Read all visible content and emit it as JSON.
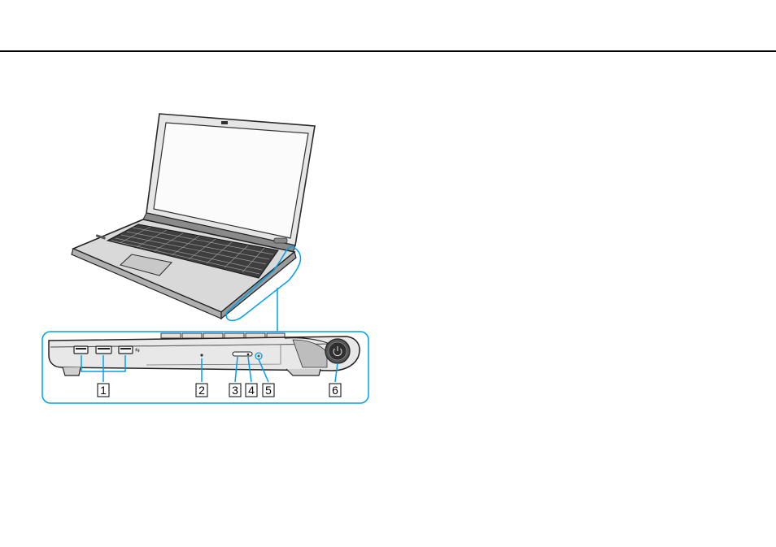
{
  "figure": {
    "accent_color": "#00a0e9",
    "callouts": [
      {
        "label": "1",
        "part": "usb-ports-icon"
      },
      {
        "label": "2",
        "part": "optical-drive-icon"
      },
      {
        "label": "3",
        "part": "drive-eject-button-icon"
      },
      {
        "label": "4",
        "part": "manual-eject-hole-icon"
      },
      {
        "label": "5",
        "part": "drive-indicator-icon"
      },
      {
        "label": "6",
        "part": "power-button-icon"
      }
    ]
  }
}
